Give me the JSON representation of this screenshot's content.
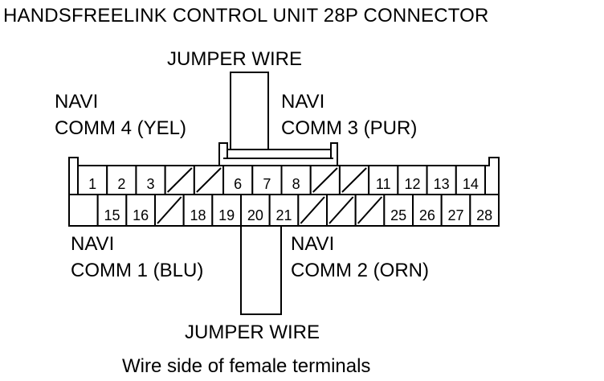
{
  "title": "HANDSFREELINK CONTROL UNIT 28P CONNECTOR",
  "jumper_top": "JUMPER WIRE",
  "jumper_bottom": "JUMPER WIRE",
  "labels": {
    "navi4": {
      "line1": "NAVI",
      "line2": "COMM 4 (YEL)"
    },
    "navi3": {
      "line1": "NAVI",
      "line2": "COMM 3 (PUR)"
    },
    "navi1": {
      "line1": "NAVI",
      "line2": "COMM 1 (BLU)"
    },
    "navi2": {
      "line1": "NAVI",
      "line2": "COMM 2 (ORN)"
    }
  },
  "caption": "Wire side of female terminals",
  "connector": {
    "top_row": [
      {
        "label": "1"
      },
      {
        "label": "2"
      },
      {
        "label": "3"
      },
      {
        "empty": true
      },
      {
        "empty": true
      },
      {
        "label": "6"
      },
      {
        "label": "7"
      },
      {
        "label": "8"
      },
      {
        "empty": true
      },
      {
        "empty": true
      },
      {
        "label": "11"
      },
      {
        "label": "12"
      },
      {
        "label": "13"
      },
      {
        "label": "14"
      }
    ],
    "bottom_row": [
      {
        "label": ""
      },
      {
        "label": "15"
      },
      {
        "label": "16"
      },
      {
        "empty": true
      },
      {
        "label": "18"
      },
      {
        "label": "19"
      },
      {
        "label": "20"
      },
      {
        "label": "21"
      },
      {
        "empty": true
      },
      {
        "empty": true
      },
      {
        "empty": true
      },
      {
        "label": "25"
      },
      {
        "label": "26"
      },
      {
        "label": "27"
      },
      {
        "label": "28"
      }
    ]
  }
}
